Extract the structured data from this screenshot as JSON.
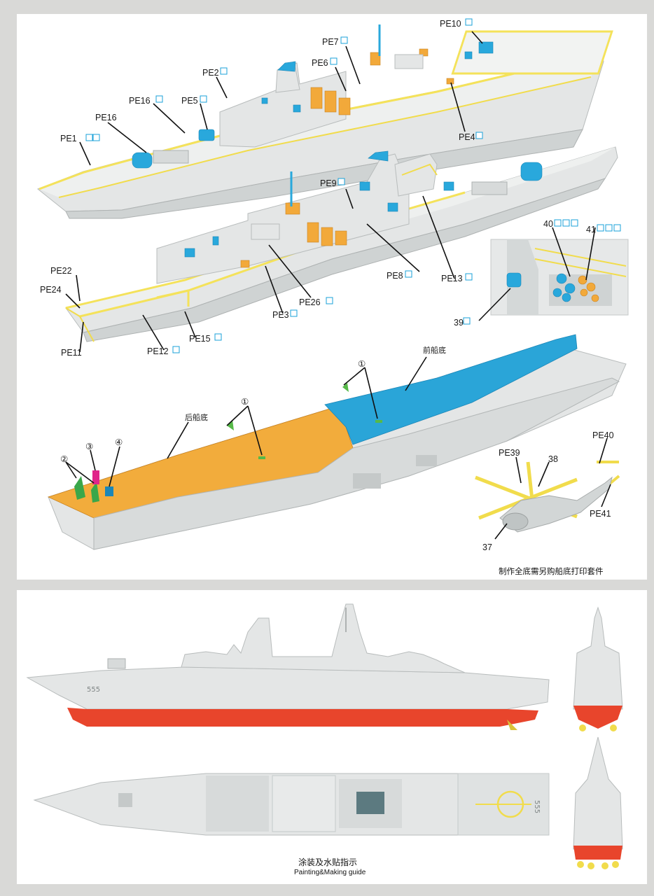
{
  "top_panel": {
    "labels": {
      "pe1": "PE1",
      "pe2": "PE2",
      "pe3": "PE3",
      "pe4": "PE4",
      "pe5": "PE5",
      "pe6": "PE6",
      "pe7": "PE7",
      "pe8": "PE8",
      "pe9": "PE9",
      "pe10": "PE10",
      "pe11": "PE11",
      "pe12": "PE12",
      "pe13": "PE13",
      "pe15": "PE15",
      "pe16a": "PE16",
      "pe16b": "PE16",
      "pe22": "PE22",
      "pe24": "PE24",
      "pe26": "PE26",
      "part39": "39",
      "part40": "40",
      "part41": "41"
    },
    "hull_bottom": {
      "front_label": "前船底",
      "rear_label": "后船底",
      "marker1a": "①",
      "marker1b": "①",
      "marker2": "②",
      "marker3": "③",
      "marker4": "④"
    },
    "helicopter": {
      "pe39": "PE39",
      "pe40": "PE40",
      "pe41": "PE41",
      "part38": "38",
      "part37": "37"
    },
    "note": "制作全底需另购船底打印套件"
  },
  "bottom_panel": {
    "hull_number": "555",
    "deck_number": "555",
    "caption_cn": "涂装及水贴指示",
    "caption_en": "Painting&Making guide"
  },
  "colors": {
    "photo_etch": "#f4e25a",
    "resin_blue": "#29a8dc",
    "resin_orange": "#f2a93a",
    "hull_grey": "#e4e6e6",
    "antifouling_red": "#e8452c"
  },
  "icons": {
    "photo_etch": "anchor-icon",
    "resin": "grid-icon"
  }
}
